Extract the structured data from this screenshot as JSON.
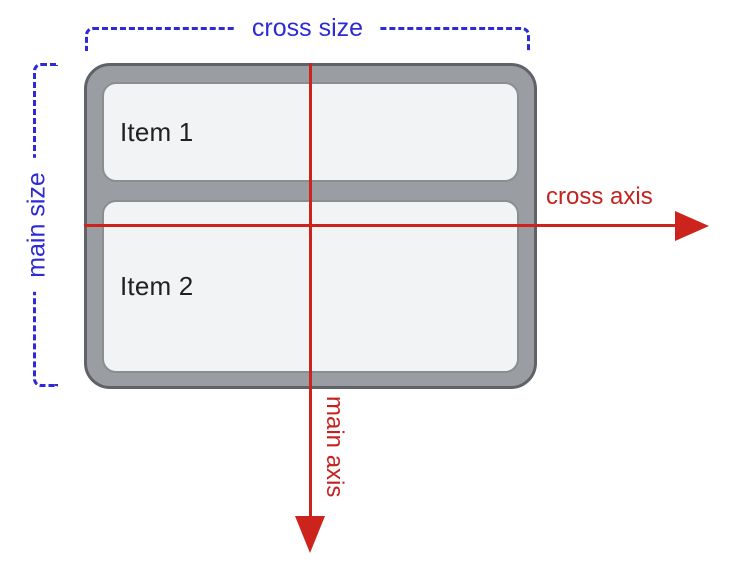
{
  "diagram": {
    "labels": {
      "cross_size": "cross size",
      "main_size": "main size",
      "cross_axis": "cross axis",
      "main_axis": "main axis"
    },
    "container": {
      "items": [
        {
          "label": "Item 1"
        },
        {
          "label": "Item 2"
        }
      ]
    }
  },
  "colors": {
    "blue": "#2d2ad6",
    "red_text": "#c5221f",
    "red_line": "#cc241c",
    "container_fill": "#9a9ea3",
    "container_border": "#5f6368",
    "item_fill": "#f1f3f4",
    "item_border": "#8a8d91",
    "text": "#202124",
    "bg": "#ffffff"
  }
}
